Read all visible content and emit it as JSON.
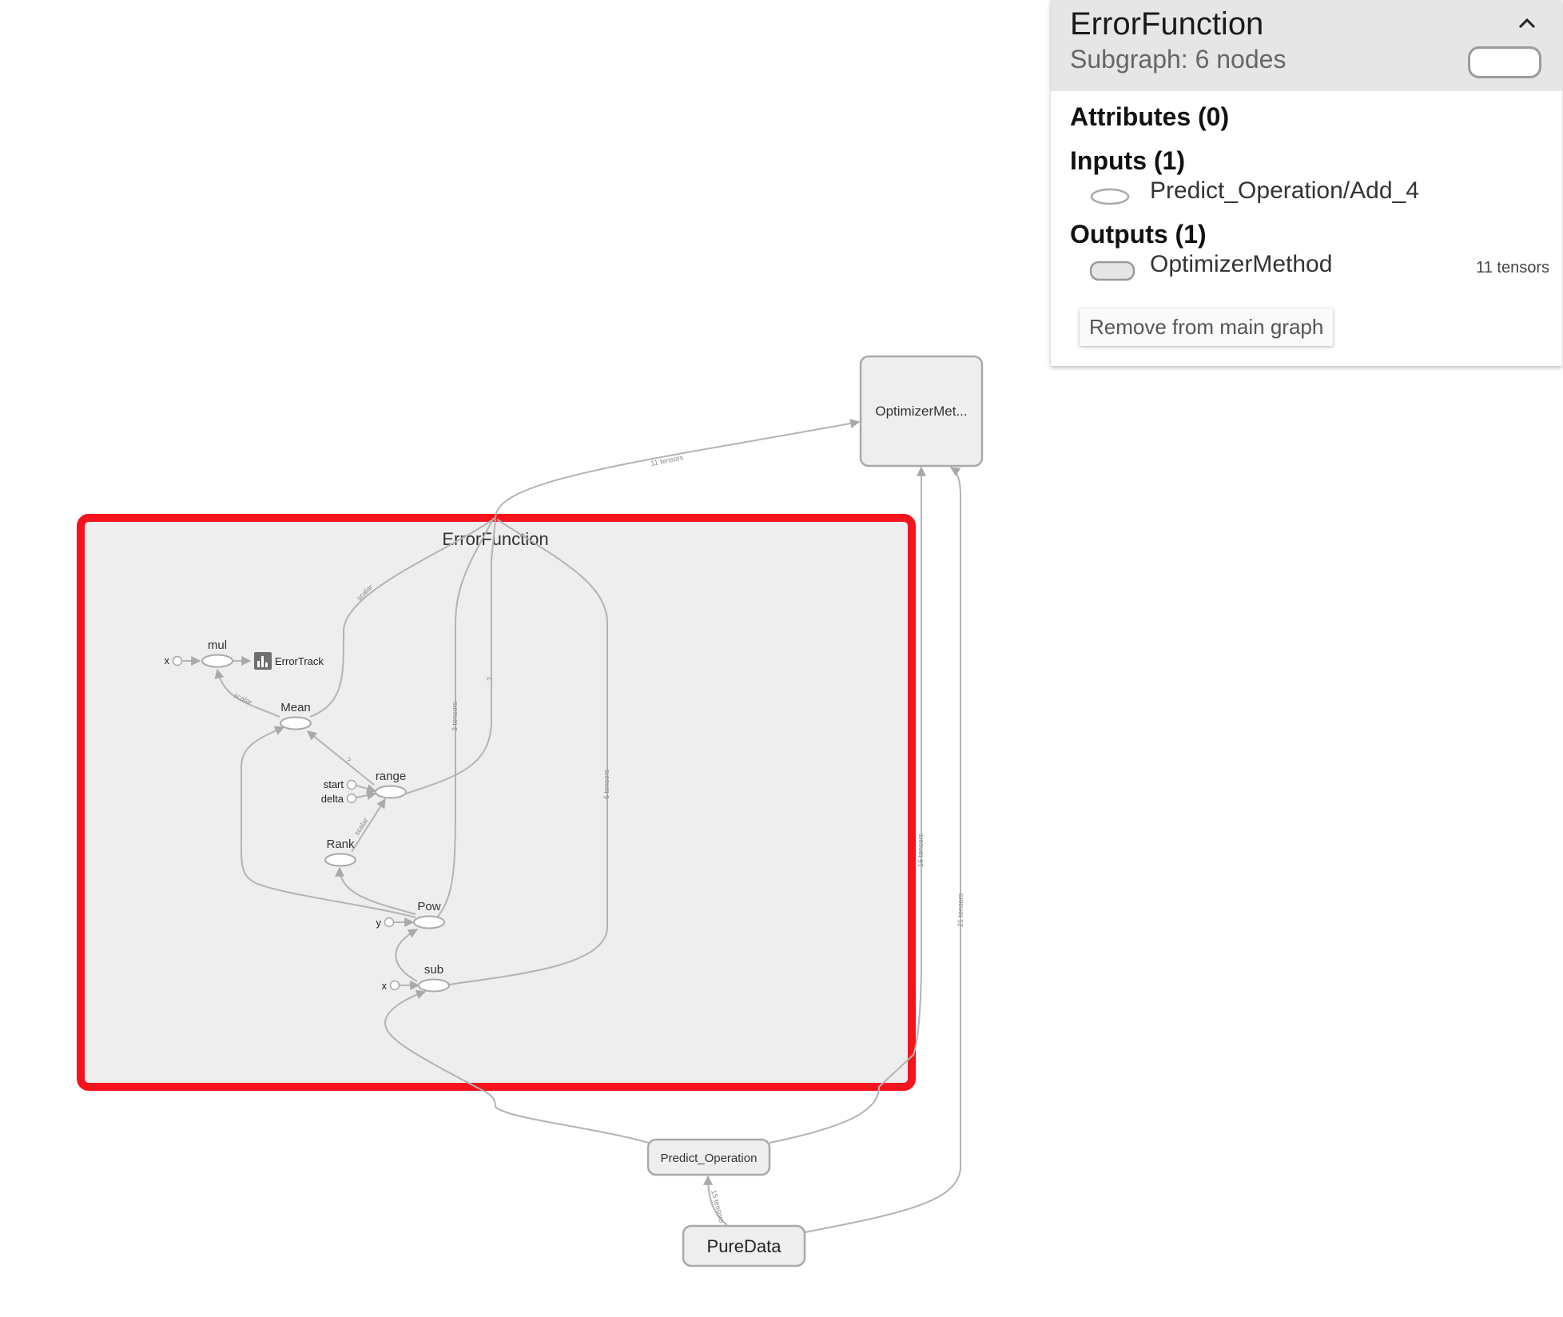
{
  "graph": {
    "group_title": "ErrorFunction",
    "nodes": {
      "mul": "mul",
      "error_track": "ErrorTrack",
      "mean": "Mean",
      "range": "range",
      "rank": "Rank",
      "pow": "Pow",
      "sub": "sub",
      "optimizer": "OptimizerMet...",
      "predict": "Predict_Operation",
      "pure_data": "PureData"
    },
    "inputs": {
      "mul_x": "x",
      "range_start": "start",
      "range_delta": "delta",
      "pow_y": "y",
      "sub_x": "x"
    },
    "edge_labels": {
      "e11": "11 tensors",
      "scalar_top": "scalar",
      "scalar_mean_mul": "scalar",
      "scalar_rank_range": "scalar",
      "three": "3 tensors",
      "six": "6 tensors",
      "sixteen": "16 tensors",
      "twentyone": "21 tensors",
      "pure_predict": "15 tensors",
      "range_out": "?",
      "range_mean": "?"
    },
    "colors": {
      "selection": "#f5141e",
      "group_fill": "#eeeeee",
      "edge": "#b3b3b3"
    }
  },
  "info_card": {
    "title": "ErrorFunction",
    "subtitle": "Subgraph: 6 nodes",
    "collapse_icon": "chevron-up-icon",
    "attributes_heading": "Attributes (0)",
    "inputs_heading": "Inputs (1)",
    "inputs": [
      {
        "name": "Predict_Operation/Add_4",
        "icon": "op-ellipse-icon"
      }
    ],
    "outputs_heading": "Outputs (1)",
    "outputs": [
      {
        "name": "OptimizerMethod",
        "icon": "metanode-pill-icon",
        "meta": "11 tensors"
      }
    ],
    "remove_button": "Remove from main graph"
  }
}
